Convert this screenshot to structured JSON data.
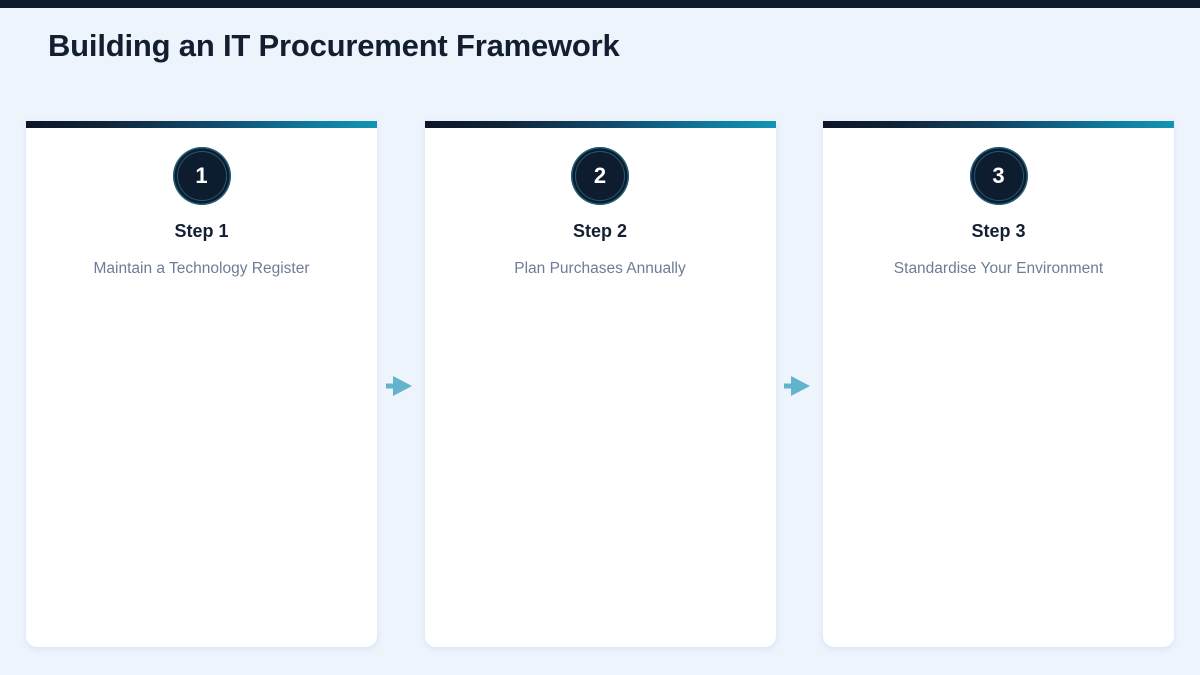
{
  "page": {
    "title": "Building an IT Procurement Framework",
    "background_color": "#eef4fc",
    "top_strip_color": "#101b2d",
    "title_color": "#141e31"
  },
  "theme": {
    "card_background": "#ffffff",
    "accent_gradient_start": "#0b1626",
    "accent_gradient_end": "#1394b4",
    "badge_background": "#0e1c30",
    "badge_ring": "#388ba8",
    "badge_number_color": "#ffffff",
    "step_title_color": "#151f33",
    "step_subtitle_color": "#6e7c96",
    "arrow_color": "#62b4cd"
  },
  "steps": [
    {
      "number": "1",
      "title": "Step 1",
      "subtitle": "Maintain a Technology Register"
    },
    {
      "number": "2",
      "title": "Step 2",
      "subtitle": "Plan Purchases Annually"
    },
    {
      "number": "3",
      "title": "Step 3",
      "subtitle": "Standardise Your Environment"
    }
  ],
  "connectors": [
    {
      "icon": "arrow-right-icon",
      "glyph": "➤"
    },
    {
      "icon": "arrow-right-icon",
      "glyph": "➤"
    }
  ]
}
